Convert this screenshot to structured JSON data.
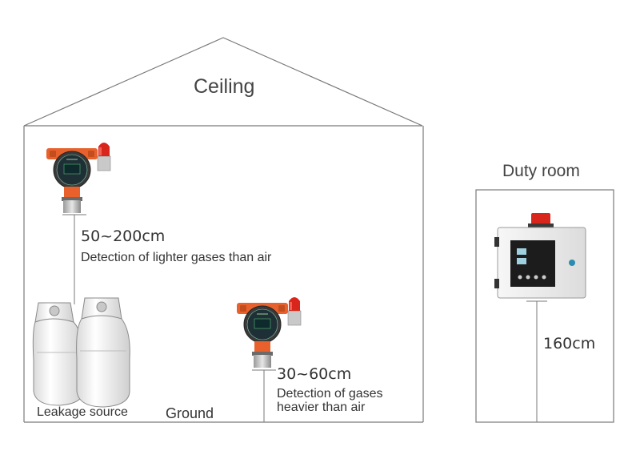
{
  "labels": {
    "ceiling": "Ceiling",
    "duty_room": "Duty room",
    "upper_height": "50~200cm",
    "upper_desc": "Detection of lighter gases than air",
    "lower_height": "30~60cm",
    "lower_desc_line1": "Detection of gases",
    "lower_desc_line2": "heavier than air",
    "controller_height": "160cm",
    "leakage_source": "Leakage source",
    "ground": "Ground"
  },
  "colors": {
    "outline": "#7a7a7a",
    "detector_orange": "#e8612c",
    "alarm_red": "#d9261c",
    "cylinder": "#f4f4f4",
    "controller_panel": "#1c1c1c"
  }
}
